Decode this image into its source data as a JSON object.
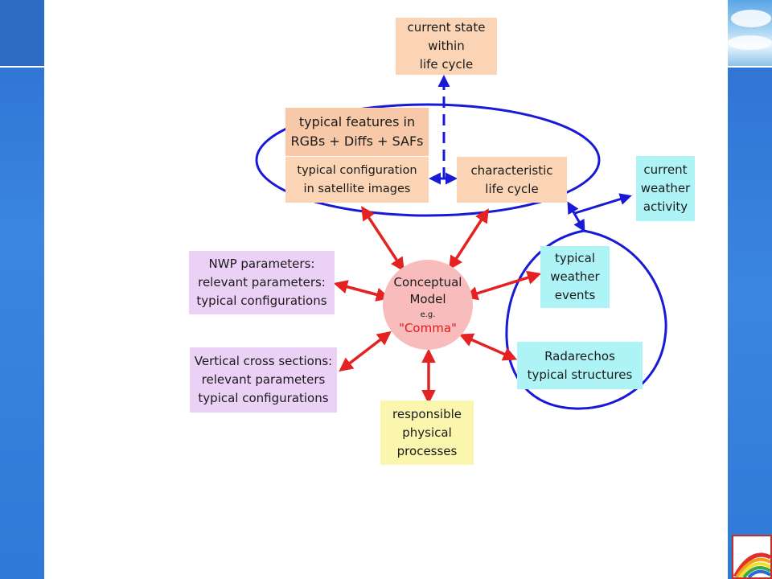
{
  "diagram": {
    "boxes": {
      "current_state": "current state\nwithin\nlife cycle",
      "typical_features": "typical features in\nRGBs + Diffs + SAFs",
      "typical_configuration": "typical configuration\nin satellite images",
      "characteristic_life_cycle": "characteristic\nlife cycle",
      "current_weather": "current\nweather\nactivity",
      "nwp_parameters": "NWP parameters:\nrelevant parameters:\ntypical configurations",
      "typical_weather_events": "typical\nweather\nevents",
      "vertical_cross_sections": "Vertical cross sections:\nrelevant parameters\ntypical configurations",
      "radarechos": "Radarechos\ntypical structures",
      "physical_processes": "responsible\nphysical\nprocesses"
    },
    "center": {
      "title": "Conceptual\nModel",
      "eg": "e.g.",
      "example": "\"Comma\""
    }
  },
  "colors": {
    "peach_box": "#fad4b4",
    "cyan_box": "#aef4f7",
    "lilac_box": "#ecd1f7",
    "yellow_box": "#fbf6ae",
    "center_fill": "#f9bcbc",
    "red_arrow": "#e52222",
    "blue_line": "#1a1ad6",
    "comma_text": "#e41a1a"
  },
  "icons": {
    "logo": "rainbow-logo-icon"
  }
}
